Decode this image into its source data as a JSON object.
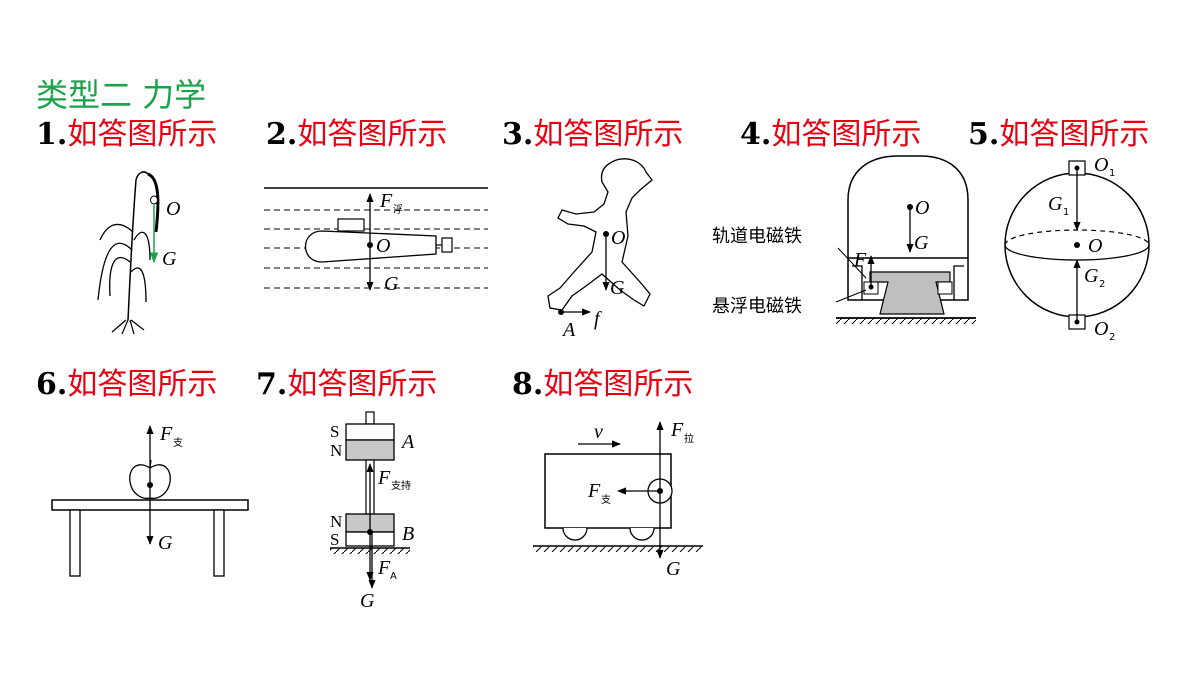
{
  "section_title": "类型二  力学",
  "captions": [
    {
      "num": "1.",
      "text": "如答图所示"
    },
    {
      "num": "2.",
      "text": "如答图所示"
    },
    {
      "num": "3.",
      "text": "如答图所示"
    },
    {
      "num": "4.",
      "text": "如答图所示"
    },
    {
      "num": "5.",
      "text": "如答图所示"
    },
    {
      "num": "6.",
      "text": "如答图所示"
    },
    {
      "num": "7.",
      "text": "如答图所示"
    },
    {
      "num": "8.",
      "text": "如答图所示"
    }
  ],
  "fig1": {
    "point": "O",
    "force": "G"
  },
  "fig2": {
    "buoyancy": "F",
    "buoyancy_sub": "浮",
    "point": "O",
    "force": "G"
  },
  "fig3": {
    "point": "O",
    "gravity": "G",
    "friction": "f",
    "contact": "A"
  },
  "fig4": {
    "track_label": "轨道电磁铁",
    "maglev_label": "悬浮电磁铁",
    "point": "O",
    "gravity": "G",
    "force": "F"
  },
  "fig5": {
    "top_point": "O",
    "top_sub": "1",
    "center": "O",
    "bottom_point": "O",
    "bottom_sub": "2",
    "g1": "G",
    "g1_sub": "1",
    "g2": "G",
    "g2_sub": "2"
  },
  "fig6": {
    "support": "F",
    "support_sub": "支",
    "gravity": "G"
  },
  "fig7": {
    "s_top": "S",
    "n_top": "N",
    "magnet_a": "A",
    "support": "F",
    "support_sub": "支持",
    "n_bottom": "N",
    "s_bottom": "S",
    "magnet_b": "B",
    "fa": "F",
    "fa_sub": "A",
    "gravity": "G"
  },
  "fig8": {
    "velocity": "v",
    "pull": "F",
    "pull_sub": "拉",
    "support": "F",
    "support_sub": "支",
    "gravity": "G"
  }
}
